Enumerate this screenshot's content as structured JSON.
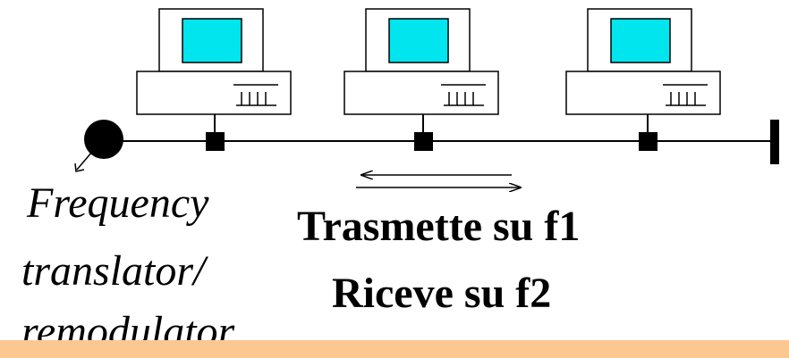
{
  "labels": {
    "frequency_translator_line1": "Frequency",
    "frequency_translator_line2": "translator/",
    "frequency_translator_line3": "remodulator",
    "transmit": "Trasmette su f1",
    "receive": "Riceve su f2"
  },
  "computers": [
    {
      "id": "pc-1"
    },
    {
      "id": "pc-2"
    },
    {
      "id": "pc-3"
    }
  ],
  "colors": {
    "screen": "#00e5ee",
    "case_fill": "#ffffff",
    "stroke": "#000000",
    "footer_band": "#fbc892"
  },
  "icons": {
    "computer": "desktop-computer-icon",
    "headend": "frequency-translator-icon",
    "terminator": "bus-terminator-icon",
    "tap": "bus-tap-icon",
    "arrow": "bidirectional-arrow-icon"
  }
}
